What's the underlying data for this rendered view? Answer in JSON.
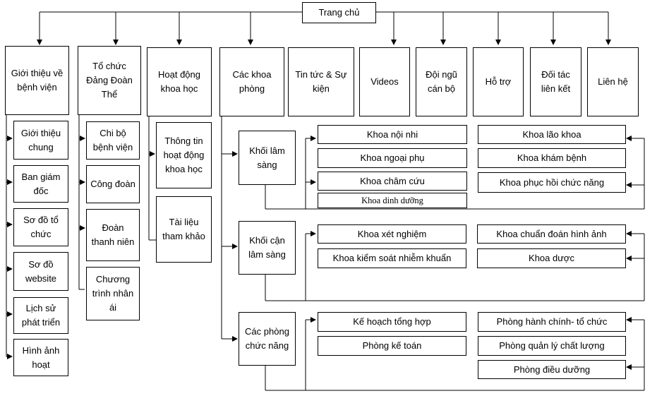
{
  "root": {
    "label": "Trang chủ"
  },
  "menu": [
    {
      "label": "Giới thiệu về bệnh viện"
    },
    {
      "label": "Tổ chức Đảng Đoàn Thể"
    },
    {
      "label": "Hoạt động khoa học"
    },
    {
      "label": "Các khoa phòng"
    },
    {
      "label": "Tin tức & Sự kiện"
    },
    {
      "label": "Videos"
    },
    {
      "label": "Đội ngũ cán bộ"
    },
    {
      "label": "Hỗ trợ"
    },
    {
      "label": "Đối tác liên kết"
    },
    {
      "label": "Liên hệ"
    }
  ],
  "gioi_thieu": [
    {
      "label": "Giới thiệu chung"
    },
    {
      "label": "Ban giám đốc"
    },
    {
      "label": "Sơ đồ tổ chức"
    },
    {
      "label": "Sơ đồ website"
    },
    {
      "label": "Lịch sử phát triển"
    },
    {
      "label": "Hình ảnh hoạt"
    }
  ],
  "to_chuc": [
    {
      "label": "Chi bộ bệnh viện"
    },
    {
      "label": "Công đoàn"
    },
    {
      "label": "Đoàn thanh niên"
    },
    {
      "label": "Chương trình nhân ái"
    }
  ],
  "hoat_dong": [
    {
      "label": "Thông tin hoạt động khoa học"
    },
    {
      "label": "Tài liệu tham khảo"
    }
  ],
  "khoi": [
    {
      "label": "Khối lâm sàng"
    },
    {
      "label": "Khối cận lâm sàng"
    },
    {
      "label": "Các phòng chức năng"
    }
  ],
  "lam_sang_left": [
    {
      "label": "Khoa nội nhi"
    },
    {
      "label": "Khoa ngoại phụ"
    },
    {
      "label": "Khoa châm cứu"
    },
    {
      "label": "Khoa dinh dưỡng"
    }
  ],
  "lam_sang_right": [
    {
      "label": "Khoa lão khoa"
    },
    {
      "label": "Khoa khám bệnh"
    },
    {
      "label": "Khoa phục hồi chức năng"
    }
  ],
  "can_lam_sang_left": [
    {
      "label": "Khoa xét nghiệm"
    },
    {
      "label": "Khoa kiểm soát nhiễm khuẩn"
    }
  ],
  "can_lam_sang_right": [
    {
      "label": "Khoa chuẩn đoán hình ảnh"
    },
    {
      "label": "Khoa dược"
    }
  ],
  "phong_left": [
    {
      "label": "Kế hoạch tổng hợp"
    },
    {
      "label": "Phòng kế toán"
    }
  ],
  "phong_right": [
    {
      "label": "Phòng hành chính- tổ chức"
    },
    {
      "label": "Phòng quản lý chất lượng"
    },
    {
      "label": "Phòng điều dưỡng"
    }
  ]
}
